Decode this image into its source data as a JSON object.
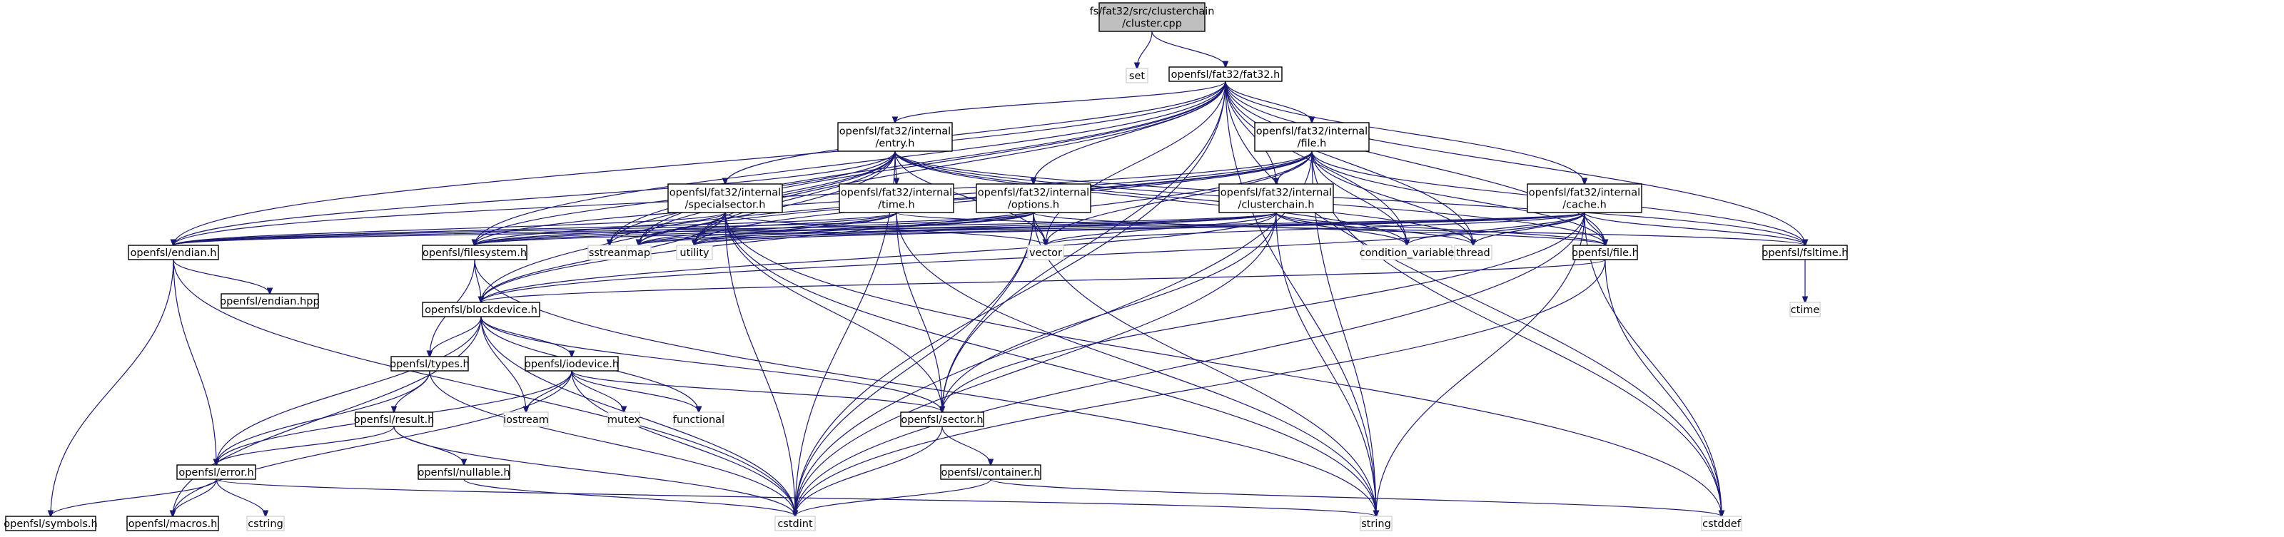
{
  "graph": {
    "nodes": [
      {
        "id": "root",
        "lines": [
          "fs/fat32/src/clusterchain",
          "/cluster.cpp"
        ],
        "kind": "root"
      },
      {
        "id": "set",
        "lines": [
          "set"
        ],
        "kind": "ext"
      },
      {
        "id": "fat32h",
        "lines": [
          "openfsl/fat32/fat32.h"
        ],
        "kind": "normal"
      },
      {
        "id": "entry",
        "lines": [
          "openfsl/fat32/internal",
          "/entry.h"
        ],
        "kind": "normal"
      },
      {
        "id": "filei",
        "lines": [
          "openfsl/fat32/internal",
          "/file.h"
        ],
        "kind": "normal"
      },
      {
        "id": "special",
        "lines": [
          "openfsl/fat32/internal",
          "/specialsector.h"
        ],
        "kind": "normal"
      },
      {
        "id": "timeh",
        "lines": [
          "openfsl/fat32/internal",
          "/time.h"
        ],
        "kind": "normal"
      },
      {
        "id": "options",
        "lines": [
          "openfsl/fat32/internal",
          "/options.h"
        ],
        "kind": "normal"
      },
      {
        "id": "cchain",
        "lines": [
          "openfsl/fat32/internal",
          "/clusterchain.h"
        ],
        "kind": "normal"
      },
      {
        "id": "cache",
        "lines": [
          "openfsl/fat32/internal",
          "/cache.h"
        ],
        "kind": "normal"
      },
      {
        "id": "endian",
        "lines": [
          "openfsl/endian.h"
        ],
        "kind": "normal"
      },
      {
        "id": "filesystem",
        "lines": [
          "openfsl/filesystem.h"
        ],
        "kind": "normal"
      },
      {
        "id": "sstream",
        "lines": [
          "sstream"
        ],
        "kind": "ext"
      },
      {
        "id": "map",
        "lines": [
          "map"
        ],
        "kind": "ext"
      },
      {
        "id": "utility",
        "lines": [
          "utility"
        ],
        "kind": "ext"
      },
      {
        "id": "vector",
        "lines": [
          "vector"
        ],
        "kind": "ext"
      },
      {
        "id": "condvar",
        "lines": [
          "condition_variable"
        ],
        "kind": "ext"
      },
      {
        "id": "thread",
        "lines": [
          "thread"
        ],
        "kind": "ext"
      },
      {
        "id": "fileh",
        "lines": [
          "openfsl/file.h"
        ],
        "kind": "normal"
      },
      {
        "id": "fsltime",
        "lines": [
          "openfsl/fsltime.h"
        ],
        "kind": "normal"
      },
      {
        "id": "endianhpp",
        "lines": [
          "openfsl/endian.hpp"
        ],
        "kind": "normal"
      },
      {
        "id": "ctime",
        "lines": [
          "ctime"
        ],
        "kind": "ext"
      },
      {
        "id": "blockdev",
        "lines": [
          "openfsl/blockdevice.h"
        ],
        "kind": "normal"
      },
      {
        "id": "types",
        "lines": [
          "openfsl/types.h"
        ],
        "kind": "normal"
      },
      {
        "id": "iodevice",
        "lines": [
          "openfsl/iodevice.h"
        ],
        "kind": "normal"
      },
      {
        "id": "iostream",
        "lines": [
          "iostream"
        ],
        "kind": "ext"
      },
      {
        "id": "mutex",
        "lines": [
          "mutex"
        ],
        "kind": "ext"
      },
      {
        "id": "functional",
        "lines": [
          "functional"
        ],
        "kind": "ext"
      },
      {
        "id": "sector",
        "lines": [
          "openfsl/sector.h"
        ],
        "kind": "normal"
      },
      {
        "id": "result",
        "lines": [
          "openfsl/result.h"
        ],
        "kind": "normal"
      },
      {
        "id": "nullable",
        "lines": [
          "openfsl/nullable.h"
        ],
        "kind": "normal"
      },
      {
        "id": "error",
        "lines": [
          "openfsl/error.h"
        ],
        "kind": "normal"
      },
      {
        "id": "container",
        "lines": [
          "openfsl/container.h"
        ],
        "kind": "normal"
      },
      {
        "id": "symbols",
        "lines": [
          "openfsl/symbols.h"
        ],
        "kind": "normal"
      },
      {
        "id": "macros",
        "lines": [
          "openfsl/macros.h"
        ],
        "kind": "normal"
      },
      {
        "id": "cstring",
        "lines": [
          "cstring"
        ],
        "kind": "ext"
      },
      {
        "id": "cstdint",
        "lines": [
          "cstdint"
        ],
        "kind": "ext"
      },
      {
        "id": "string",
        "lines": [
          "string"
        ],
        "kind": "ext"
      },
      {
        "id": "cstddef",
        "lines": [
          "cstddef"
        ],
        "kind": "ext"
      }
    ],
    "edges": [
      [
        "root",
        "set"
      ],
      [
        "root",
        "fat32h"
      ],
      [
        "fat32h",
        "entry"
      ],
      [
        "fat32h",
        "filei"
      ],
      [
        "fat32h",
        "special"
      ],
      [
        "fat32h",
        "options"
      ],
      [
        "fat32h",
        "cchain"
      ],
      [
        "fat32h",
        "cache"
      ],
      [
        "fat32h",
        "endian"
      ],
      [
        "fat32h",
        "filesystem"
      ],
      [
        "fat32h",
        "sstream"
      ],
      [
        "fat32h",
        "map"
      ],
      [
        "fat32h",
        "utility"
      ],
      [
        "fat32h",
        "vector"
      ],
      [
        "fat32h",
        "condvar"
      ],
      [
        "fat32h",
        "thread"
      ],
      [
        "fat32h",
        "fileh"
      ],
      [
        "fat32h",
        "fsltime"
      ],
      [
        "fat32h",
        "sector"
      ],
      [
        "fat32h",
        "cstdint"
      ],
      [
        "fat32h",
        "string"
      ],
      [
        "fat32h",
        "cstddef"
      ],
      [
        "entry",
        "timeh"
      ],
      [
        "entry",
        "endian"
      ],
      [
        "entry",
        "filesystem"
      ],
      [
        "entry",
        "sstream"
      ],
      [
        "entry",
        "map"
      ],
      [
        "entry",
        "utility"
      ],
      [
        "entry",
        "vector"
      ],
      [
        "entry",
        "condvar"
      ],
      [
        "entry",
        "thread"
      ],
      [
        "entry",
        "fileh"
      ],
      [
        "entry",
        "fsltime"
      ],
      [
        "entry",
        "blockdev"
      ],
      [
        "entry",
        "cstdint"
      ],
      [
        "filei",
        "cchain"
      ],
      [
        "filei",
        "endian"
      ],
      [
        "filei",
        "filesystem"
      ],
      [
        "filei",
        "sstream"
      ],
      [
        "filei",
        "map"
      ],
      [
        "filei",
        "utility"
      ],
      [
        "filei",
        "vector"
      ],
      [
        "filei",
        "condvar"
      ],
      [
        "filei",
        "thread"
      ],
      [
        "filei",
        "fileh"
      ],
      [
        "filei",
        "fsltime"
      ],
      [
        "filei",
        "blockdev"
      ],
      [
        "filei",
        "cstdint"
      ],
      [
        "filei",
        "string"
      ],
      [
        "filei",
        "cstddef"
      ],
      [
        "special",
        "endian"
      ],
      [
        "special",
        "filesystem"
      ],
      [
        "special",
        "map"
      ],
      [
        "special",
        "utility"
      ],
      [
        "special",
        "vector"
      ],
      [
        "special",
        "blockdev"
      ],
      [
        "special",
        "sector"
      ],
      [
        "special",
        "cstdint"
      ],
      [
        "special",
        "string"
      ],
      [
        "special",
        "cstddef"
      ],
      [
        "timeh",
        "endian"
      ],
      [
        "timeh",
        "filesystem"
      ],
      [
        "timeh",
        "map"
      ],
      [
        "timeh",
        "utility"
      ],
      [
        "timeh",
        "fsltime"
      ],
      [
        "timeh",
        "sector"
      ],
      [
        "timeh",
        "string"
      ],
      [
        "options",
        "endian"
      ],
      [
        "options",
        "filesystem"
      ],
      [
        "options",
        "map"
      ],
      [
        "options",
        "utility"
      ],
      [
        "options",
        "vector"
      ],
      [
        "options",
        "sector"
      ],
      [
        "options",
        "cstdint"
      ],
      [
        "options",
        "string"
      ],
      [
        "options",
        "fileh"
      ],
      [
        "cchain",
        "endian"
      ],
      [
        "cchain",
        "filesystem"
      ],
      [
        "cchain",
        "map"
      ],
      [
        "cchain",
        "utility"
      ],
      [
        "cchain",
        "vector"
      ],
      [
        "cchain",
        "condvar"
      ],
      [
        "cchain",
        "thread"
      ],
      [
        "cchain",
        "fileh"
      ],
      [
        "cchain",
        "blockdev"
      ],
      [
        "cchain",
        "sector"
      ],
      [
        "cchain",
        "cstdint"
      ],
      [
        "cchain",
        "string"
      ],
      [
        "cache",
        "endian"
      ],
      [
        "cache",
        "filesystem"
      ],
      [
        "cache",
        "map"
      ],
      [
        "cache",
        "utility"
      ],
      [
        "cache",
        "vector"
      ],
      [
        "cache",
        "condvar"
      ],
      [
        "cache",
        "thread"
      ],
      [
        "cache",
        "fileh"
      ],
      [
        "cache",
        "fsltime"
      ],
      [
        "cache",
        "blockdev"
      ],
      [
        "cache",
        "sector"
      ],
      [
        "cache",
        "cstdint"
      ],
      [
        "cache",
        "string"
      ],
      [
        "cache",
        "cstddef"
      ],
      [
        "endian",
        "endianhpp"
      ],
      [
        "endian",
        "error"
      ],
      [
        "endian",
        "symbols"
      ],
      [
        "endian",
        "cstdint"
      ],
      [
        "filesystem",
        "blockdev"
      ],
      [
        "filesystem",
        "types"
      ],
      [
        "filesystem",
        "string"
      ],
      [
        "fileh",
        "blockdev"
      ],
      [
        "fileh",
        "cstddef"
      ],
      [
        "fileh",
        "cstdint"
      ],
      [
        "fsltime",
        "ctime"
      ],
      [
        "blockdev",
        "types"
      ],
      [
        "blockdev",
        "iodevice"
      ],
      [
        "blockdev",
        "iostream"
      ],
      [
        "blockdev",
        "functional"
      ],
      [
        "blockdev",
        "sector"
      ],
      [
        "blockdev",
        "error"
      ],
      [
        "blockdev",
        "macros"
      ],
      [
        "blockdev",
        "cstdint"
      ],
      [
        "types",
        "result"
      ],
      [
        "types",
        "error"
      ],
      [
        "types",
        "cstdint"
      ],
      [
        "iodevice",
        "iostream"
      ],
      [
        "iodevice",
        "mutex"
      ],
      [
        "iodevice",
        "functional"
      ],
      [
        "iodevice",
        "sector"
      ],
      [
        "iodevice",
        "error"
      ],
      [
        "iodevice",
        "macros"
      ],
      [
        "iodevice",
        "cstdint"
      ],
      [
        "result",
        "nullable"
      ],
      [
        "result",
        "error"
      ],
      [
        "result",
        "cstdint"
      ],
      [
        "nullable",
        "cstdint"
      ],
      [
        "sector",
        "container"
      ],
      [
        "sector",
        "cstdint"
      ],
      [
        "container",
        "cstdint"
      ],
      [
        "container",
        "cstddef"
      ],
      [
        "error",
        "symbols"
      ],
      [
        "error",
        "macros"
      ],
      [
        "error",
        "cstring"
      ],
      [
        "error",
        "string"
      ]
    ]
  }
}
